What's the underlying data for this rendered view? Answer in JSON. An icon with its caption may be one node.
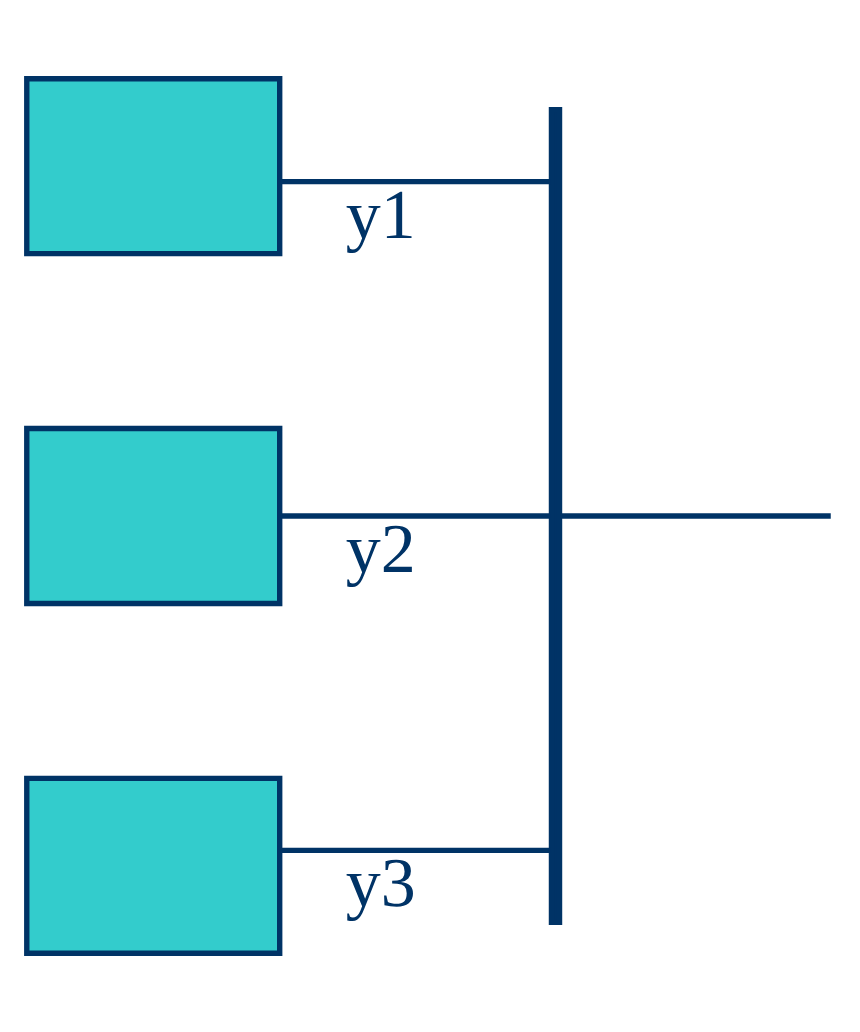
{
  "diagram": {
    "nodes": [
      {
        "text": [],
        "shape": "box"
      },
      {
        "text": [],
        "shape": "box"
      },
      {
        "text": [],
        "shape": "box"
      },
      {
        "text": [],
        "shape": "bar"
      }
    ],
    "edges": [
      {
        "from": 0,
        "to": 3,
        "arrow": "none",
        "label": "y1"
      },
      {
        "from": 1,
        "to": 3,
        "arrow": "none",
        "label": "y2"
      },
      {
        "from": 2,
        "to": 3,
        "arrow": "none",
        "label": "y3"
      },
      {
        "from": 3,
        "to": null,
        "arrow": "none"
      }
    ]
  }
}
